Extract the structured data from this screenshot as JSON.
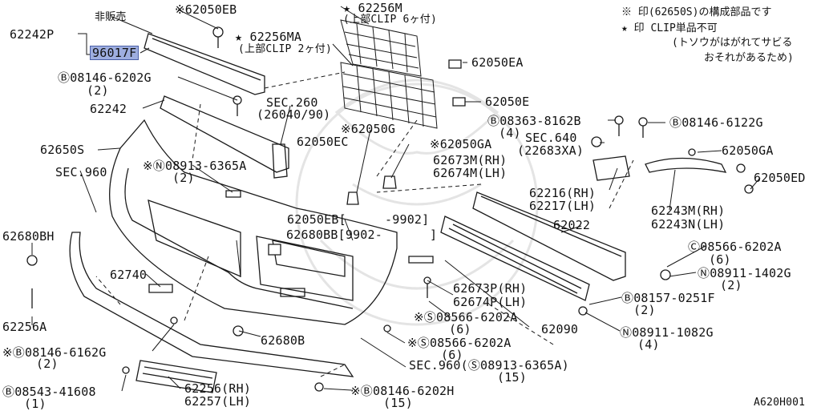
{
  "notes": {
    "line1": "※ 印(62650S)の構成部品です",
    "line2": "★ 印 CLIP単品不可",
    "line3": "(トソウがはがれてサビる",
    "line4": "おそれがあるため)"
  },
  "labels": {
    "hiwanbai": "非販売",
    "p62242P": "62242P",
    "p96017F": "96017F",
    "p62050EB_top": "※62050EB",
    "p62256M": "★ 62256M",
    "p62256M_sub": "(上部CLIP 6ヶ付)",
    "p62256MA": "★ 62256MA",
    "p62256MA_sub": "(上部CLIP 2ヶ付)",
    "p62050EA": "62050EA",
    "p08146_6202G": "Ⓑ08146-6202G",
    "p08146_6202G_q": "(2)",
    "p62050E": "62050E",
    "p62242": "62242",
    "sec260": "SEC.260",
    "sec260_sub": "(26040/90)",
    "p08363": "Ⓑ08363-8162B",
    "p08363_q": "(4)",
    "p08146_6122G": "Ⓑ08146-6122G",
    "p62050G": "※62050G",
    "sec640": "SEC.640",
    "sec640_sub": "(22683XA)",
    "p62650S": "62650S",
    "p62050EC": "62050EC",
    "p62050GA_left": "※62050GA",
    "p62050GA_right": "62050GA",
    "sec960_left": "SEC.960",
    "p08913_top": "※Ⓝ08913-6365A",
    "p08913_top_q": "(2)",
    "p62673M": "62673M(RH)",
    "p62674M": "62674M(LH)",
    "p62050ED": "62050ED",
    "p62216": "62216(RH)",
    "p62217": "62217(LH)",
    "p62243M": "62243M(RH)",
    "p62243N": "62243N(LH)",
    "p62050EB_mid": "62050EB[",
    "range_9902": "-9902]",
    "p62680BH": "62680BH",
    "p62680BB": "62680BB[9902-",
    "range_close": "]",
    "p62022": "62022",
    "p08566_6202A_right": "Ⓒ08566-6202A",
    "p08566_6202A_right_q": "(6)",
    "p08911_1402G": "Ⓝ08911-1402G",
    "p08911_1402G_q": "(2)",
    "p62740": "62740",
    "p62673P": "62673P(RH)",
    "p62674P": "62674P(LH)",
    "p08157": "Ⓑ08157-0251F",
    "p08157_q": "(2)",
    "p08566_6202A_mid": "※Ⓢ08566-6202A",
    "p08566_6202A_mid_q": "(6)",
    "p62090": "62090",
    "p62256A": "62256A",
    "p08911_1082G": "Ⓝ08911-1082G",
    "p08911_1082G_q": "(4)",
    "p62680B": "62680B",
    "p08146_6162G": "※Ⓑ08146-6162G",
    "p08146_6162G_q": "(2)",
    "p08566_6202A_low": "※Ⓢ08566-6202A",
    "p08566_6202A_low_q": "(6)",
    "sec960_bottom": "SEC.960(Ⓢ08913-6365A)",
    "sec960_bottom_q": "(15)",
    "p08543": "Ⓑ08543-41608",
    "p08543_q": "(1)",
    "p62256RH": "62256(RH)",
    "p62257LH": "62257(LH)",
    "p08146_6202H": "※Ⓑ08146-6202H",
    "p08146_6202H_q": "(15)",
    "diagram_id": "A620H001"
  },
  "colors": {
    "line": "#1a1a1a",
    "highlight_fill": "#9eaee0",
    "highlight_border": "#4a5fa8",
    "watermark": "#e4e4e4"
  }
}
